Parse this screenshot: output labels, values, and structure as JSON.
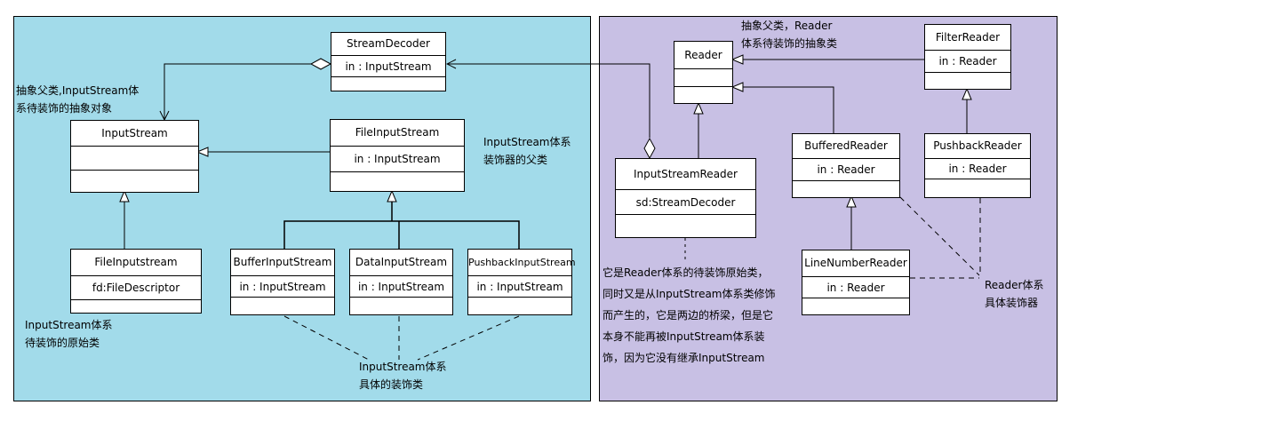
{
  "colors": {
    "left_panel_bg": "#a2dbea",
    "right_panel_bg": "#c8c0e4",
    "box_bg": "#ffffff",
    "line": "#000000"
  },
  "classes": {
    "stream_decoder": {
      "name": "StreamDecoder",
      "attr": "in : InputStream"
    },
    "input_stream": {
      "name": "InputStream"
    },
    "file_input_stream_top": {
      "name": "FileInputStream",
      "attr": "in : InputStream"
    },
    "file_input_stream_bottom": {
      "name": "FileInputstream",
      "attr": "fd:FileDescriptor"
    },
    "buffer_input_stream": {
      "name": "BufferInputStream",
      "attr": "in : InputStream"
    },
    "data_input_stream": {
      "name": "DataInputStream",
      "attr": "in : InputStream"
    },
    "pushback_input_stream": {
      "name": "PushbackInputStream",
      "attr": "in : InputStream"
    },
    "reader": {
      "name": "Reader"
    },
    "filter_reader": {
      "name": "FilterReader",
      "attr": "in : Reader"
    },
    "input_stream_reader": {
      "name": "InputStreamReader",
      "attr": "sd:StreamDecoder"
    },
    "buffered_reader": {
      "name": "BufferedReader",
      "attr": "in : Reader"
    },
    "pushback_reader": {
      "name": "PushbackReader",
      "attr": "in : Reader"
    },
    "line_number_reader": {
      "name": "LineNumberReader",
      "attr": "in : Reader"
    }
  },
  "notes": {
    "abstract_input_stream": [
      "抽象父类,InputStream体",
      "系待装饰的抽象对象"
    ],
    "decorator_parent": [
      "InputStream体系",
      "装饰器的父类"
    ],
    "primitive_input_stream": [
      "InputStream体系",
      "待装饰的原始类"
    ],
    "concrete_input_decorators": [
      "InputStream体系",
      "具体的装饰类"
    ],
    "abstract_reader": [
      "抽象父类，Reader",
      "体系待装饰的抽象类"
    ],
    "input_stream_reader_note": [
      "它是Reader体系的待装饰原始类，",
      "同时又是从InputStream体系类修饰",
      "而产生的，它是两边的桥梁，但是它",
      "本身不能再被InputStream体系装",
      "饰，因为它没有继承InputStream"
    ],
    "reader_decorators": [
      "Reader体系",
      "具体装饰器"
    ]
  }
}
